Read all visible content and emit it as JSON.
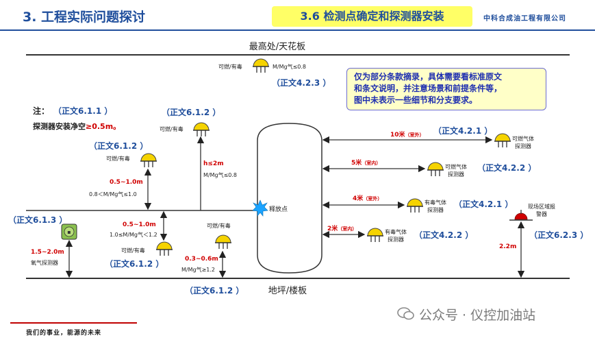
{
  "header": {
    "title": "3. 工程实际问题探讨",
    "section": "3.6  检测点确定和探测器安装",
    "company": "中科合成油工程有限公司"
  },
  "note_box": {
    "line1": "仅为部分条款摘录，具体需要看标准原文",
    "line2": "和条文说明，并注意场景和前提条件等，",
    "line3": "图中未表示一些细节和分支要求。"
  },
  "labels": {
    "ceiling": "最高处/天花板",
    "floor": "地坪/楼板",
    "release": "释放点",
    "note_title": "注：",
    "note_clause": "（正文6.1.1 ）",
    "note_text": "探测器安装净空",
    "note_value": "≥0.5m。",
    "det_combust": "可燃/有毒",
    "det_combust_gas": "可燃气体",
    "det_toxic_gas": "有毒气体",
    "det_suffix": "探测器",
    "oxygen": "氧气探测器",
    "alarm1": "现场区域报",
    "alarm2": "警器",
    "mm_top": "M/Mg气≤0.8",
    "mm_mid": "M/Mg气≤0.8",
    "h_le_2": "h≤2m",
    "range_05_10a": "0.5~1.0m",
    "mm_range_a": "0.8＜M/Mg气≤1.0",
    "range_05_10b": "0.5~1.0m",
    "mm_range_b": "1.0≤M/Mg气＜1.2",
    "range_03_06": "0.3~0.6m",
    "mm_low": "M/Mg气≥1.2",
    "range_15_20": "1.5~2.0m",
    "h_22": "2.2m",
    "d10": "10米",
    "d10_tag": "（室外）",
    "d5": "5米",
    "d5_tag": "（室内）",
    "d4": "4米",
    "d4_tag": "（室外）",
    "d2": "2米",
    "d2_tag": "（室内）"
  },
  "clauses": {
    "c423": "（正文4.2.3 ）",
    "c612a": "（正文6.1.2 ）",
    "c612b": "（正文6.1.2 ）",
    "c612c": "（正文6.1.2 ）",
    "c612d": "（正文6.1.2 ）",
    "c613": "（正文6.1.3 ）",
    "c421a": "（正文4.2.1 ）",
    "c422a": "（正文4.2.2 ）",
    "c421b": "（正文4.2.1 ）",
    "c422b": "（正文4.2.2 ）",
    "c623": "（正文6.2.3 ）"
  },
  "footer": {
    "slogan": "我们的事业，能源的未来",
    "watermark": "公众号 · 仪控加油站"
  },
  "colors": {
    "brand_blue": "#1f4e9c",
    "detector_yellow": "#f5d300",
    "red_text": "#d00000",
    "release_star": "#1aa3ff"
  }
}
